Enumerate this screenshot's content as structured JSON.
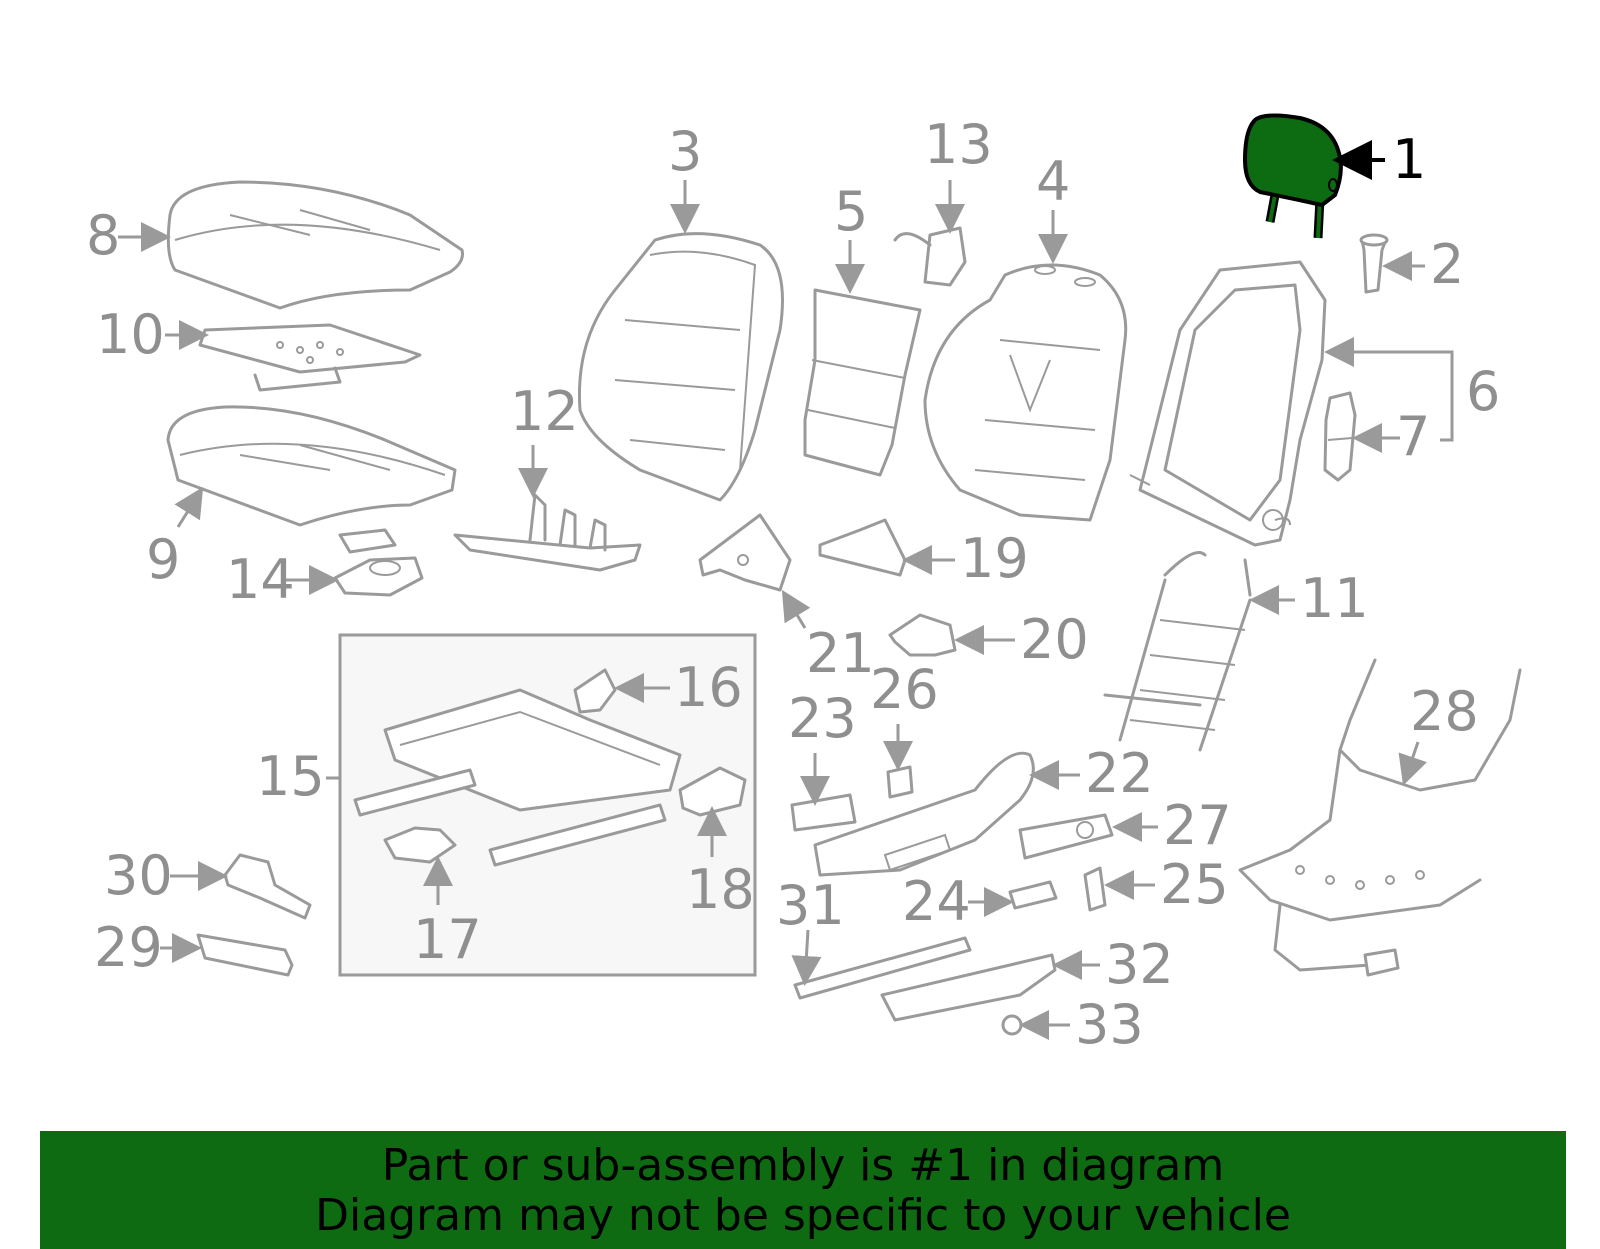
{
  "callouts": {
    "c1": "1",
    "c2": "2",
    "c3": "3",
    "c4": "4",
    "c5": "5",
    "c6": "6",
    "c7": "7",
    "c8": "8",
    "c9": "9",
    "c10": "10",
    "c11": "11",
    "c12": "12",
    "c13": "13",
    "c14": "14",
    "c15": "15",
    "c16": "16",
    "c17": "17",
    "c18": "18",
    "c19": "19",
    "c20": "20",
    "c21": "21",
    "c22": "22",
    "c23": "23",
    "c24": "24",
    "c25": "25",
    "c26": "26",
    "c27": "27",
    "c28": "28",
    "c29": "29",
    "c30": "30",
    "c31": "31",
    "c32": "32",
    "c33": "33"
  },
  "highlight": {
    "part": "1",
    "color": "#0e6b12"
  },
  "banner": {
    "line1": "Part or sub-assembly is #1 in diagram",
    "line2": "Diagram may not be specific to your vehicle",
    "background": "#0e6b12"
  }
}
